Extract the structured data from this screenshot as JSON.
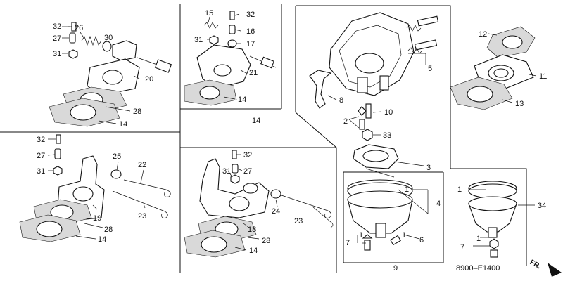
{
  "diagram": {
    "code": "8900–E1400",
    "direction": "FR.",
    "callouts": {
      "c1": "1",
      "c2": "2",
      "c3": "3",
      "c4": "4",
      "c5": "5",
      "c6": "6",
      "c7": "7",
      "c8": "8",
      "c9": "9",
      "c10": "10",
      "c11": "11",
      "c12": "12",
      "c13": "13",
      "c14": "14",
      "c15": "15",
      "c16": "16",
      "c17": "17",
      "c18": "18",
      "c19": "19",
      "c20": "20",
      "c21": "21",
      "c22": "22",
      "c23": "23",
      "c24": "24",
      "c25": "25",
      "c26": "26",
      "c27": "27",
      "c28": "28",
      "c30": "30",
      "c31": "31",
      "c32": "32",
      "c33": "33",
      "c34": "34"
    }
  }
}
